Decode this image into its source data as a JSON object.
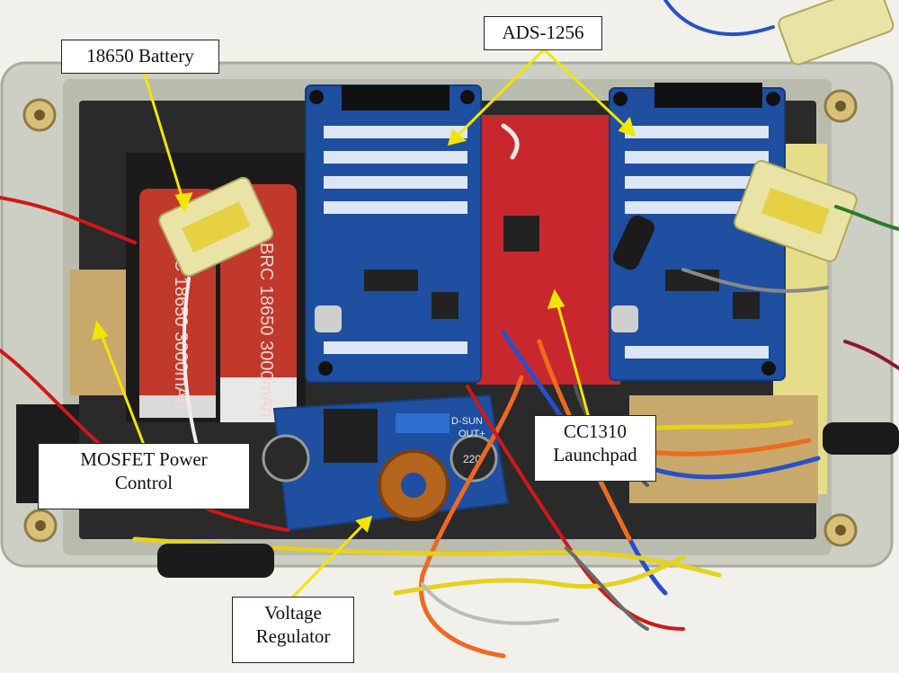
{
  "figure": {
    "labels": {
      "battery": "18650 Battery",
      "adc": "ADS-1256",
      "mosfet_line1": "MOSFET Power",
      "mosfet_line2": "Control",
      "launchpad_line1": "CC1310",
      "launchpad_line2": "Launchpad",
      "regulator_line1": "Voltage",
      "regulator_line2": "Regulator"
    },
    "board_silkscreen": {
      "battery_left": "BRC 18650 3000mAh",
      "battery_right": "BRC 18650 3000mAh",
      "capacitor": "220",
      "regulator_brand": "D-SUN",
      "regulator_pin": "OUT+"
    },
    "colors": {
      "enclosure": "#cfd0c6",
      "enclosure_inner": "#bfc1b2",
      "pcb_blue": "#1e4fa0",
      "pcb_red": "#c8282d",
      "battery_red": "#c0392b",
      "callout_arrow": "#f2e600",
      "wire_yellow": "#e6d21c",
      "wire_orange": "#ee6a1f",
      "wire_blue": "#2850c8",
      "wire_red": "#d01818",
      "label_border": "#222222"
    }
  }
}
